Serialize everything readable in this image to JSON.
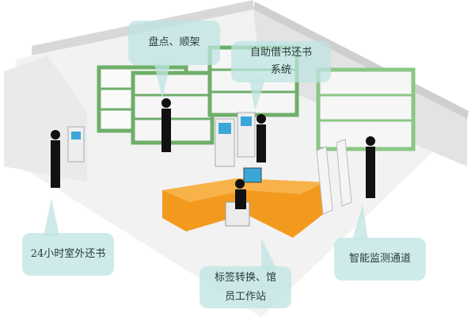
{
  "callouts": {
    "inventory": "盘点、顺架",
    "self_service_line1": "自助借书还书",
    "self_service_line2": "系统",
    "outdoor_return": "24小时室外还书",
    "workstation_line1": "标签转换、馆",
    "workstation_line2": "员工作站",
    "security_gate": "智能监测通道"
  },
  "colors": {
    "shelf_frame": "#6fae6a",
    "desk": "#f39a1e",
    "callout_bg": "#bee4e2"
  }
}
